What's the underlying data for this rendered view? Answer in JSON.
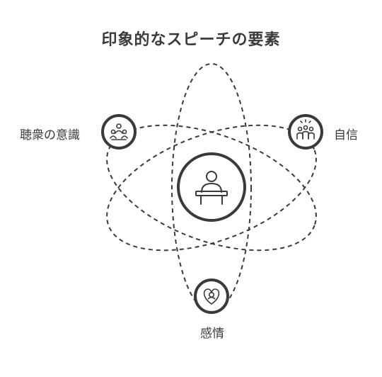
{
  "title": "印象的なスピーチの要素",
  "center": {
    "icon": "speaker-at-podium-icon"
  },
  "nodes": [
    {
      "label": "聴衆の意識",
      "icon": "audience-group-icon"
    },
    {
      "label": "自信",
      "icon": "confident-people-icon"
    },
    {
      "label": "感情",
      "icon": "heart-emotion-icon"
    }
  ],
  "colors": {
    "stroke": "#3a3a3a",
    "background": "#ffffff"
  }
}
